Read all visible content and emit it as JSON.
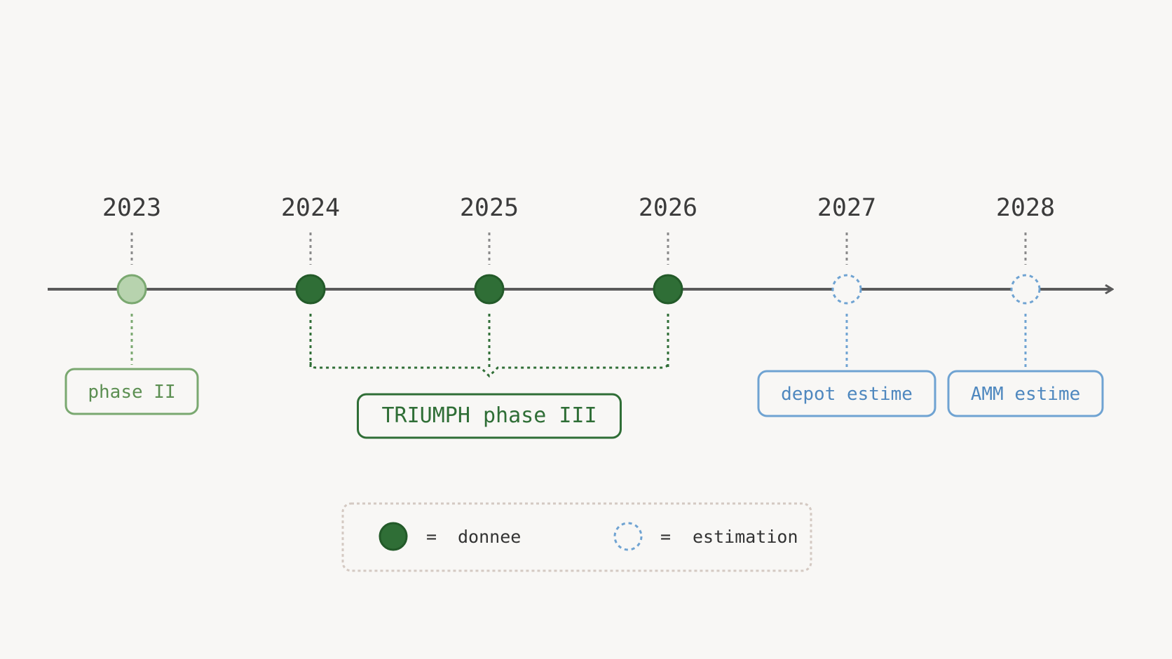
{
  "colors": {
    "data_dark": "#2f6e36",
    "data_light": "#b7d3ae",
    "data_light_stroke": "#7aa870",
    "estimate": "#6fa3d2",
    "axis": "#5a5a5a",
    "tick": "#8a8a8a",
    "legend_border": "#d4c9c2"
  },
  "timeline": {
    "years": [
      {
        "year": "2023",
        "status": "data-light"
      },
      {
        "year": "2024",
        "status": "data"
      },
      {
        "year": "2025",
        "status": "data"
      },
      {
        "year": "2026",
        "status": "data"
      },
      {
        "year": "2027",
        "status": "estimate"
      },
      {
        "year": "2028",
        "status": "estimate"
      }
    ],
    "boxes": [
      {
        "label": "phase II",
        "style": "light",
        "years": [
          "2023"
        ]
      },
      {
        "label": "TRIUMPH phase III",
        "style": "dark",
        "years": [
          "2024",
          "2025",
          "2026"
        ]
      },
      {
        "label": "depot estime",
        "style": "estimate",
        "years": [
          "2027"
        ]
      },
      {
        "label": "AMM estime",
        "style": "estimate",
        "years": [
          "2028"
        ]
      }
    ]
  },
  "legend": {
    "items": [
      {
        "marker": "filled-circle-icon",
        "equals": "=",
        "label": "donnee"
      },
      {
        "marker": "dashed-circle-icon",
        "equals": "=",
        "label": "estimation"
      }
    ]
  }
}
